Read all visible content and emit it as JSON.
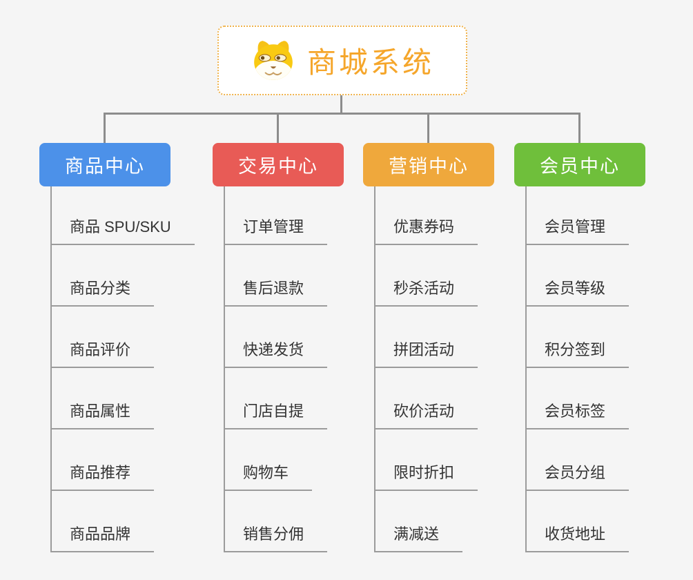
{
  "page": {
    "background": "#f5f5f5"
  },
  "theme": {
    "connector_color": "#8c8c8c",
    "leaf_line_color": "#9b9b9b",
    "leaf_text_color": "#333333"
  },
  "root": {
    "label": "商城系统",
    "icon": "shiba-dog-icon",
    "text_color": "#f5a62b",
    "border_color": "#f0b24a",
    "background": "#ffffff"
  },
  "branches": [
    {
      "label": "商品中心",
      "color": "#4c91e9",
      "items": [
        "商品 SPU/SKU",
        "商品分类",
        "商品评价",
        "商品属性",
        "商品推荐",
        "商品品牌"
      ]
    },
    {
      "label": "交易中心",
      "color": "#e85b56",
      "items": [
        "订单管理",
        "售后退款",
        "快递发货",
        "门店自提",
        "购物车",
        "销售分佣"
      ]
    },
    {
      "label": "营销中心",
      "color": "#efa83c",
      "items": [
        "优惠券码",
        "秒杀活动",
        "拼团活动",
        "砍价活动",
        "限时折扣",
        "满减送"
      ]
    },
    {
      "label": "会员中心",
      "color": "#6fbf3b",
      "items": [
        "会员管理",
        "会员等级",
        "积分签到",
        "会员标签",
        "会员分组",
        "收货地址"
      ]
    }
  ]
}
